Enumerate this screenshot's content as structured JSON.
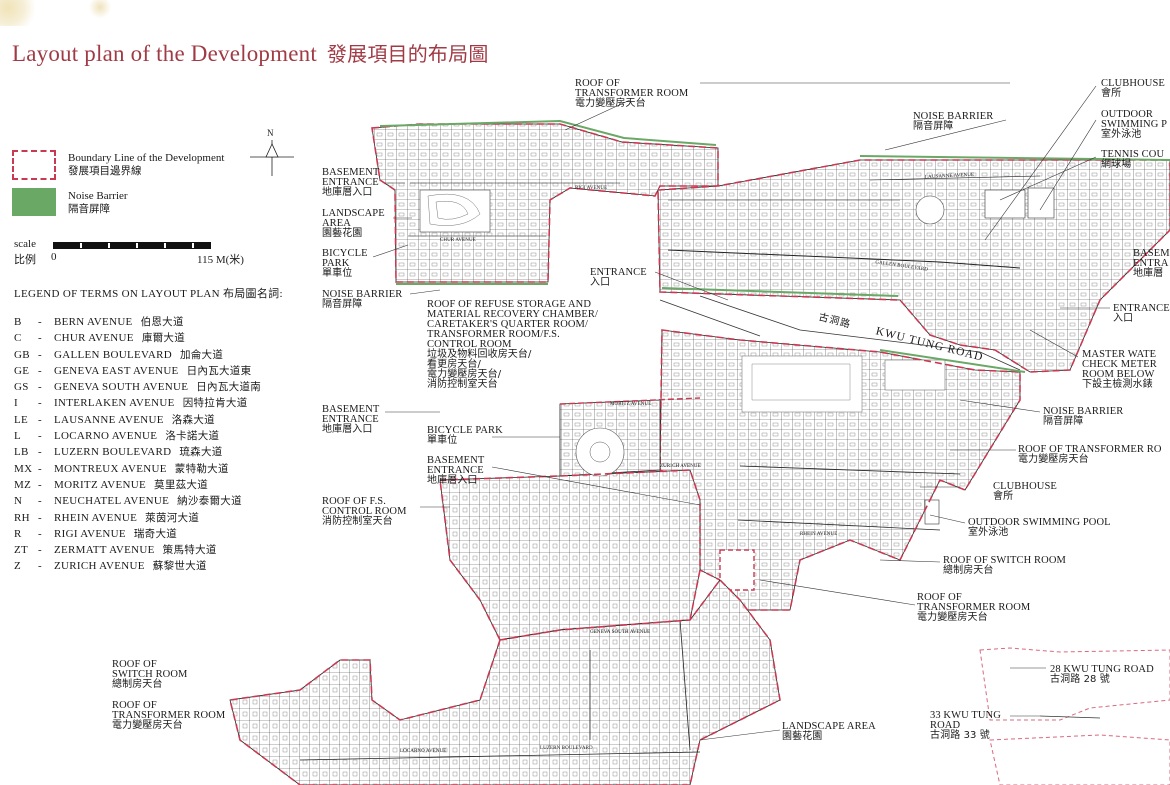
{
  "title": {
    "en": "Layout plan of the Development",
    "zh": "發展項目的布局圖"
  },
  "legend": {
    "boundary_en": "Boundary Line of the Development",
    "boundary_zh": "發展項目邊界線",
    "noise_en": "Noise Barrier",
    "noise_zh": "隔音屏障",
    "boundary_color": "#c93a52",
    "noise_color": "#6aa866"
  },
  "compass": {
    "label": "N"
  },
  "scale": {
    "label_en": "scale",
    "label_zh": "比例",
    "start": "0",
    "end": "115 M(米)"
  },
  "terms_heading": "LEGEND OF TERMS ON LAYOUT PLAN   布局圖名詞:",
  "terms": [
    {
      "abbr": "B",
      "name": "BERN AVENUE",
      "zh": "伯恩大道"
    },
    {
      "abbr": "C",
      "name": "CHUR AVENUE",
      "zh": "庫爾大道"
    },
    {
      "abbr": "GB",
      "name": "GALLEN BOULEVARD",
      "zh": "加侖大道"
    },
    {
      "abbr": "GE",
      "name": "GENEVA EAST AVENUE",
      "zh": "日內瓦大道東"
    },
    {
      "abbr": "GS",
      "name": "GENEVA SOUTH AVENUE",
      "zh": "日內瓦大道南"
    },
    {
      "abbr": "I",
      "name": "INTERLAKEN AVENUE",
      "zh": "因特拉肯大道"
    },
    {
      "abbr": "LE",
      "name": "LAUSANNE AVENUE",
      "zh": "洛森大道"
    },
    {
      "abbr": "L",
      "name": "LOCARNO AVENUE",
      "zh": "洛卡諾大道"
    },
    {
      "abbr": "LB",
      "name": "LUZERN BOULEVARD",
      "zh": "琉森大道"
    },
    {
      "abbr": "MX",
      "name": "MONTREUX AVENUE",
      "zh": "蒙特勒大道"
    },
    {
      "abbr": "MZ",
      "name": "MORITZ AVENUE",
      "zh": "莫里茲大道"
    },
    {
      "abbr": "N",
      "name": "NEUCHATEL AVENUE",
      "zh": "納沙泰爾大道"
    },
    {
      "abbr": "RH",
      "name": "RHEIN AVENUE",
      "zh": "萊茵河大道"
    },
    {
      "abbr": "R",
      "name": "RIGI AVENUE",
      "zh": "瑞奇大道"
    },
    {
      "abbr": "ZT",
      "name": "ZERMATT AVENUE",
      "zh": "策馬特大道"
    },
    {
      "abbr": "Z",
      "name": "ZURICH AVENUE",
      "zh": "蘇黎世大道"
    }
  ],
  "labels": {
    "roof_transformer_top": {
      "l1": "ROOF OF",
      "l2": "TRANSFORMER ROOM",
      "zh": "電力變壓房天台"
    },
    "basement_entrance_1": {
      "l1": "BASEMENT",
      "l2": "ENTRANCE",
      "zh": "地庫層入口"
    },
    "landscape_area_1": {
      "l1": "LANDSCAPE",
      "l2": "AREA",
      "zh": "園藝花園"
    },
    "bicycle_park_1": {
      "l1": "BICYCLE",
      "l2": "PARK",
      "zh": "單車位"
    },
    "noise_barrier_1": {
      "l1": "NOISE BARRIER",
      "zh": "隔音屏障"
    },
    "noise_barrier_2": {
      "l1": "NOISE BARRIER",
      "zh": "隔音屏障"
    },
    "noise_barrier_3": {
      "l1": "NOISE BARRIER",
      "zh": "隔音屏障"
    },
    "entrance_1": {
      "l1": "ENTRANCE",
      "zh": "入口"
    },
    "entrance_2": {
      "l1": "ENTRANCE",
      "zh": "入口"
    },
    "roof_refuse": {
      "l1": "ROOF OF REFUSE STORAGE AND",
      "l2": "MATERIAL RECOVERY CHAMBER/",
      "l3": "CARETAKER'S QUARTER ROOM/",
      "l4": "TRANSFORMER ROOM/F.S.",
      "l5": "CONTROL ROOM",
      "zh1": "垃圾及物料回收房天台/",
      "zh2": "看更房天台/",
      "zh3": "電力變壓房天台/",
      "zh4": "消防控制室天台"
    },
    "basement_entrance_2": {
      "l1": "BASEMENT",
      "l2": "ENTRANCE",
      "zh": "地庫層入口"
    },
    "bicycle_park_2": {
      "l1": "BICYCLE PARK",
      "zh": "單車位"
    },
    "basement_entrance_3": {
      "l1": "BASEMENT",
      "l2": "ENTRANCE",
      "zh": "地庫層入口"
    },
    "roof_fs_control": {
      "l1": "ROOF OF F.S.",
      "l2": "CONTROL ROOM",
      "zh": "消防控制室天台"
    },
    "clubhouse_1": {
      "l1": "CLUBHOUSE",
      "zh": "會所"
    },
    "outdoor_pool_1": {
      "l1": "OUTDOOR",
      "l2": "SWIMMING P",
      "zh": "室外泳池"
    },
    "tennis_court": {
      "l1": "TENNIS COU",
      "zh": "網球場"
    },
    "basement_right": {
      "l1": "BASEM",
      "l2": "ENTRA",
      "zh": "地庫層"
    },
    "master_water": {
      "l1": "MASTER WATE",
      "l2": "CHECK METER",
      "l3": "ROOM BELOW",
      "zh": "下設主檢測水錶"
    },
    "roof_transformer_right": {
      "l1": "ROOF OF TRANSFORMER RO",
      "zh": "電力變壓房天台"
    },
    "clubhouse_2": {
      "l1": "CLUBHOUSE",
      "zh": "會所"
    },
    "outdoor_pool_2": {
      "l1": "OUTDOOR SWIMMING POOL",
      "zh": "室外泳池"
    },
    "roof_switch_1": {
      "l1": "ROOF OF SWITCH ROOM",
      "zh": "總制房天台"
    },
    "roof_transformer_mid": {
      "l1": "ROOF OF",
      "l2": "TRANSFORMER ROOM",
      "zh": "電力變壓房天台"
    },
    "roof_switch_2": {
      "l1": "ROOF OF",
      "l2": "SWITCH ROOM",
      "zh": "總制房天台"
    },
    "roof_transformer_left": {
      "l1": "ROOF OF",
      "l2": "TRANSFORMER ROOM",
      "zh": "電力變壓房天台"
    },
    "landscape_area_2": {
      "l1": "LANDSCAPE AREA",
      "zh": "園藝花園"
    },
    "kwu_tung_28": {
      "l1": "28 KWU TUNG ROAD",
      "zh": "古洞路 28 號"
    },
    "kwu_tung_33": {
      "l1": "33 KWU TUNG",
      "l2": "ROAD",
      "zh": "古洞路 33 號"
    },
    "kwu_tung_road": {
      "en": "KWU TUNG ROAD",
      "zh": "古洞路"
    }
  },
  "streets": {
    "rigi": "RIGI AVENUE",
    "chur": "CHUR AVENUE",
    "lausanne": "LAUSANNE AVENUE",
    "gallen": "GALLEN BOULEVARD",
    "moritz": "MORITZ AVENUE",
    "zurich": "ZURICH AVENUE",
    "rhein": "RHEIN AVENUE",
    "geneva_south": "GENEVA SOUTH AVENUE",
    "locarno": "LOCARNO AVENUE",
    "luzern": "LUZERN BOULEVARD"
  }
}
